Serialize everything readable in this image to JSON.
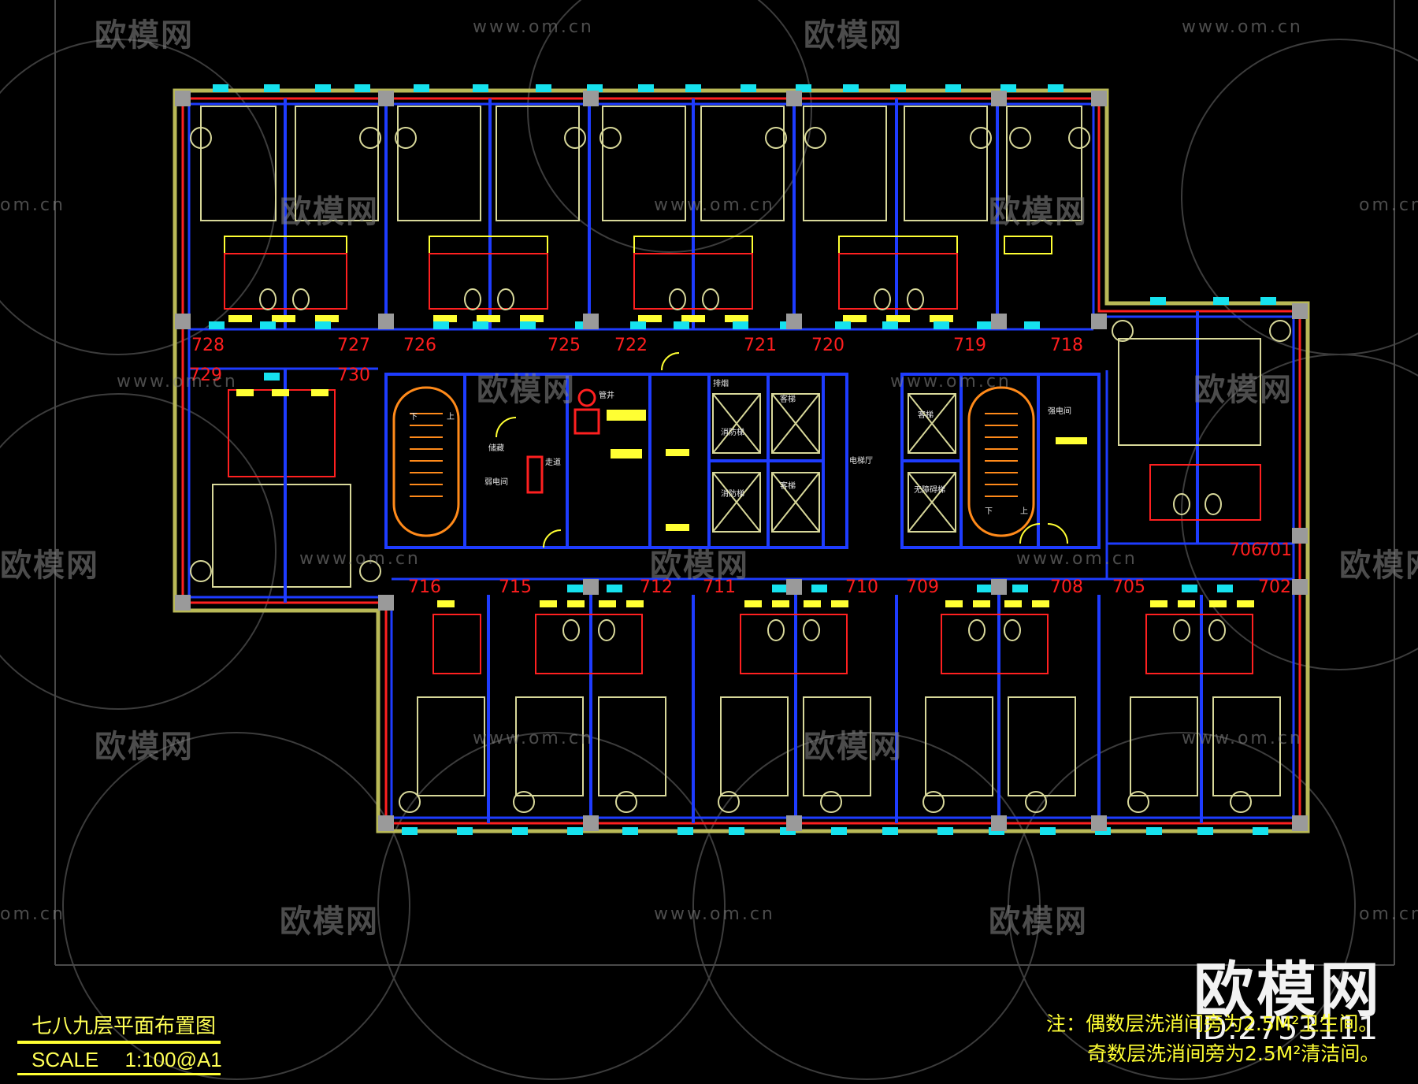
{
  "drawing": {
    "title": "七八九层平面布置图",
    "scale_label": "SCALE",
    "scale_value": "1:100@A1",
    "notes": [
      "注：偶数层洗消间旁为2.5M²卫生间。",
      "奇数层洗消间旁为2.5M²清洁间。"
    ]
  },
  "watermark": {
    "logo_text": "欧模网",
    "url_text": "www.om.cn",
    "short_url": "om.cn",
    "id_text": "ID:2753111"
  },
  "rooms_top": [
    "728",
    "727",
    "726",
    "725",
    "722",
    "721",
    "720",
    "719",
    "718"
  ],
  "rooms_left": [
    "729",
    "730"
  ],
  "rooms_right": [
    "706",
    "701"
  ],
  "rooms_bottom": [
    "716",
    "715",
    "712",
    "711",
    "710",
    "709",
    "708",
    "705",
    "702"
  ],
  "core_labels": {
    "elevator_hall": "电梯厅",
    "weak_current": "弱电间",
    "strong_current": "强电间",
    "storage": "储藏",
    "corridor": "走道",
    "fire_elev_1": "消防梯",
    "fire_elev_2": "消防梯",
    "guest_elev_1": "客梯",
    "guest_elev_2": "客梯",
    "guest_elev_3": "客梯",
    "barrier_free_elev": "无障碍梯",
    "smoke_shaft": "排烟",
    "pipe_shaft": "管井",
    "stair_down": "下",
    "stair_up": "上"
  },
  "colors": {
    "background": "#000000",
    "wall_outline": "#b9b957",
    "partition_blue": "#1e3cff",
    "red_line": "#ff2020",
    "window_cyan": "#16e2ee",
    "furniture_yellow": "#ffff33",
    "stair_orange": "#ff8a1a",
    "column_gray": "#9a9a9a",
    "room_number": "#ff1e1e"
  }
}
